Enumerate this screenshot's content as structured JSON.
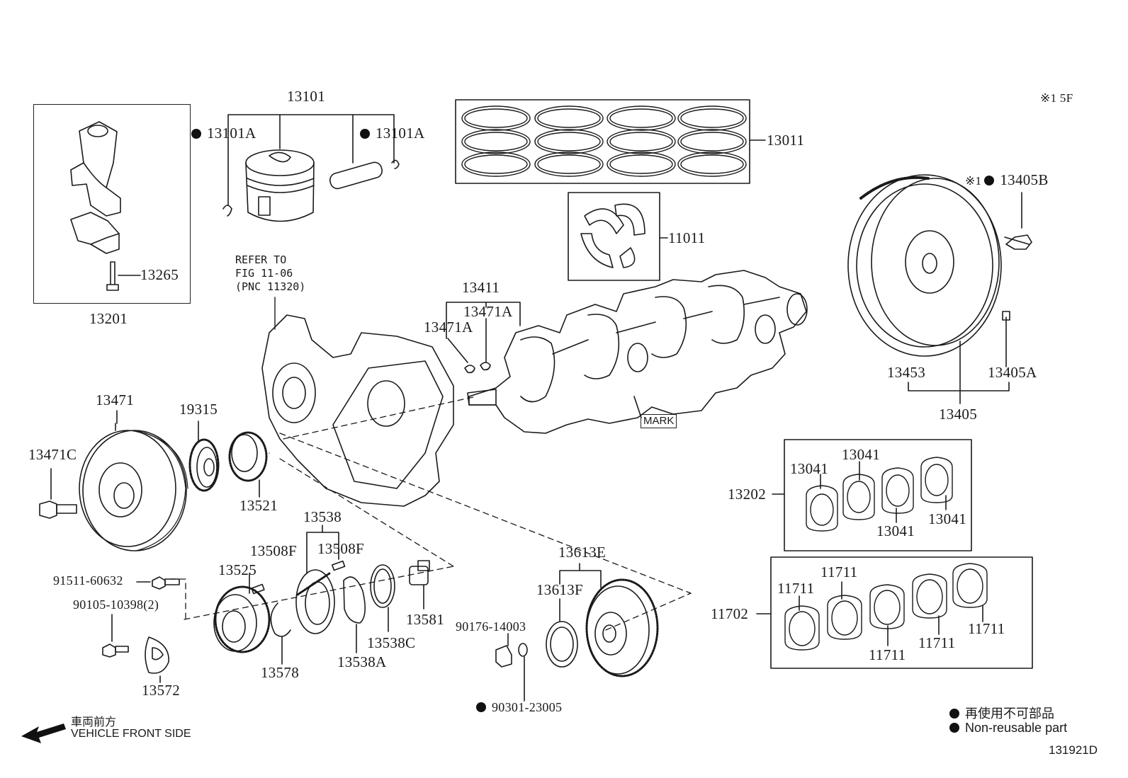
{
  "note_top_right": "※1 5F",
  "refer": {
    "line1": "REFER TO",
    "line2": "FIG 11-06",
    "line3": "(PNC 11320)"
  },
  "mark_label": "MARK",
  "labels": {
    "p13101": "13101",
    "p13101A_left": "13101A",
    "p13101A_right": "13101A",
    "p13011": "13011",
    "p11011": "11011",
    "p13405B_prefix": "※1",
    "p13405B": "13405B",
    "p13265": "13265",
    "p13201": "13201",
    "p13411": "13411",
    "p13471A_right": "13471A",
    "p13471A_left": "13471A",
    "p13453": "13453",
    "p13405A": "13405A",
    "p13405": "13405",
    "p13471": "13471",
    "p19315": "19315",
    "p13471C": "13471C",
    "p13521": "13521",
    "p13041_a": "13041",
    "p13041_b": "13041",
    "p13202": "13202",
    "p13041_c": "13041",
    "p13041_d": "13041",
    "p13538": "13538",
    "p13508F_a": "13508F",
    "p13508F_b": "13508F",
    "p13525": "13525",
    "p13613E": "13613E",
    "p13613F": "13613F",
    "p11711_a": "11711",
    "p11711_b": "11711",
    "p11702": "11702",
    "p91511": "91511-60632",
    "p90105": "90105-10398(2)",
    "p13581": "13581",
    "p90176": "90176-14003",
    "p13538C": "13538C",
    "p13578": "13578",
    "p13538A": "13538A",
    "p13572": "13572",
    "p11711_c": "11711",
    "p11711_d": "11711",
    "p11711_e": "11711",
    "p90301": "90301-23005"
  },
  "front": {
    "jp": "車両前方",
    "en": "VEHICLE FRONT SIDE"
  },
  "legend": {
    "jp": "再使用不可部品",
    "en": "Non-reusable part"
  },
  "figure_id": "131921D"
}
